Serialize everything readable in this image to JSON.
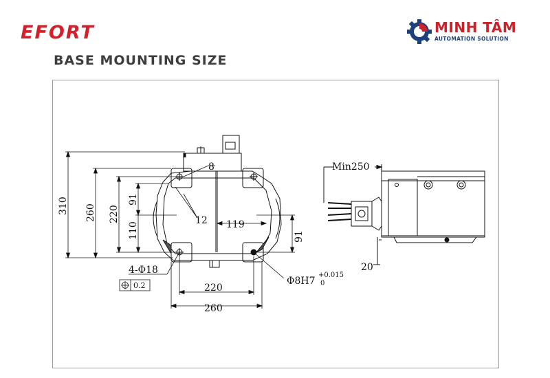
{
  "header": {
    "brand": "EFORT",
    "title": "BASE MOUNTING SIZE",
    "logo": {
      "name": "MINH TÂM",
      "subtitle": "AUTOMATION SOLUTION"
    }
  },
  "drawing": {
    "front_view": {
      "dim_310": "310",
      "dim_260": "260",
      "dim_220": "220",
      "dim_91": "91",
      "dim_110": "110",
      "dim_8": "8",
      "dim_12": "12",
      "dim_119": "119",
      "dim_91_right": "91",
      "holes": "4-Φ18",
      "tolerance": "0.2",
      "pin": "Φ8H7",
      "pin_tol_upper": "+0.015",
      "pin_tol_lower": "0",
      "bottom_220": "220",
      "bottom_260": "260"
    },
    "side_view": {
      "min_clearance": "Min250",
      "dim_20": "20"
    }
  }
}
